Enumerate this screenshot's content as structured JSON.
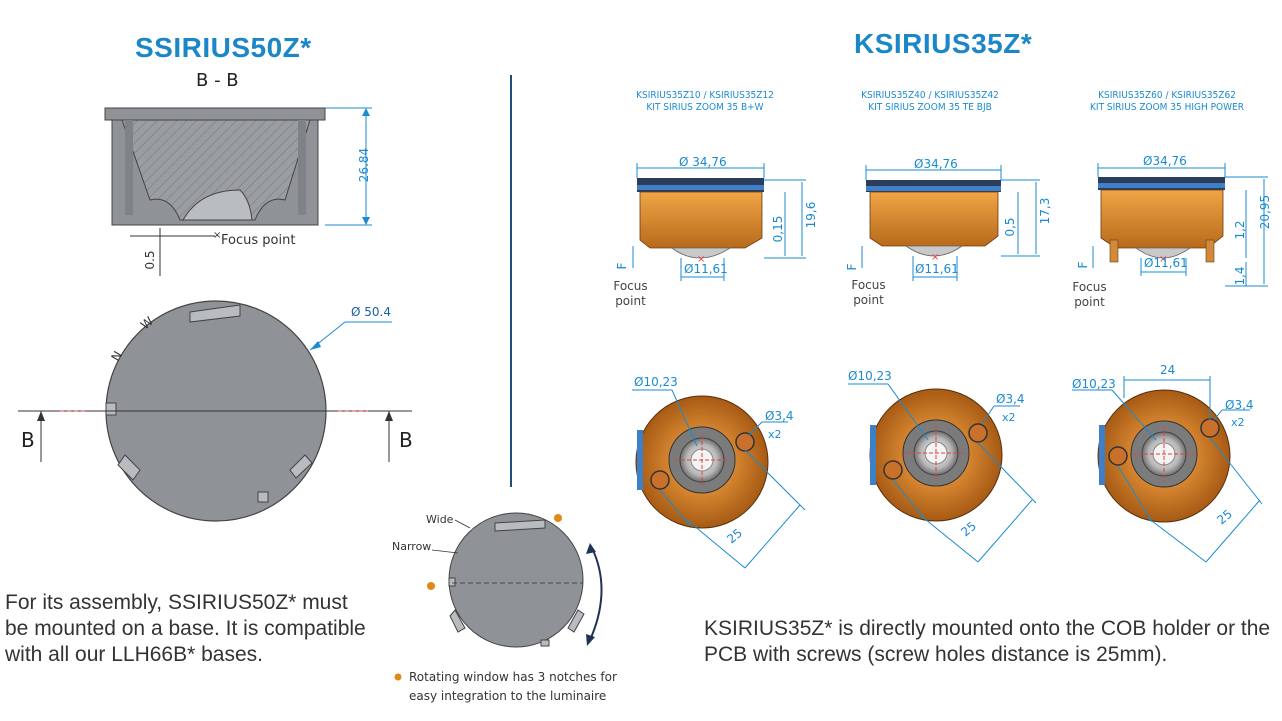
{
  "left": {
    "title": "SSIRIUS50Z*",
    "section_label": "B - B",
    "dim_height": "26.84",
    "dim_focus_offset": "0.5",
    "focus_label": "Focus point",
    "dim_diameter": "Ø 50.4",
    "cut_label_left": "B",
    "cut_label_right": "B",
    "paragraph": "For its assembly, SSIRIUS50Z* must be mounted on a base. It is compatible with all our LLH66B* bases."
  },
  "rotation": {
    "label_wide": "Wide",
    "label_narrow": "Narrow",
    "note": "Rotating window has 3 notches for easy integration to the luminaire",
    "bullet_color": "#e08a16"
  },
  "right": {
    "title": "KSIRIUS35Z*",
    "variants": [
      {
        "code": "KSIRIUS35Z10 / KSIRIUS35Z12",
        "name": "KIT SIRIUS ZOOM 35 B+W",
        "dia": "Ø 34,76",
        "h_total": "19,6",
        "h_part": "0,15",
        "base": "Ø11,61",
        "f": "F",
        "focus": "Focus point",
        "d_hole": "Ø10,23",
        "screw": "Ø3,4",
        "screw_count": "x2",
        "spacing": "25"
      },
      {
        "code": "KSIRIUS35Z40 / KSIRIUS35Z42",
        "name": "KIT SIRIUS ZOOM 35 TE BJB",
        "dia": "Ø34,76",
        "h_total": "17,3",
        "h_part": "0,5",
        "base": "Ø11,61",
        "f": "F",
        "focus": "Focus point",
        "d_hole": "Ø10,23",
        "screw": "Ø3,4",
        "screw_count": "x2",
        "spacing": "25"
      },
      {
        "code": "KSIRIUS35Z60 / KSIRIUS35Z62",
        "name": "KIT SIRIUS ZOOM 35 HIGH POWER",
        "dia": "Ø34,76",
        "h_total": "20,95",
        "h_part": "1,2",
        "h_low": "1,4",
        "base": "Ø11,61",
        "f": "F",
        "focus": "Focus point",
        "d_hole": "Ø10,23",
        "screw": "Ø3,4",
        "screw_count": "x2",
        "spacing": "25",
        "width_top": "24"
      }
    ],
    "paragraph": "KSIRIUS35Z* is directly mounted onto the COB holder or the PCB with screws (screw holes distance is 25mm)."
  },
  "colors": {
    "accent": "#1b87c9",
    "dimension": "#1a8bd0",
    "lens_gray": "#8f9296",
    "orange": "#e38b2c",
    "divider": "#1f4e79"
  }
}
